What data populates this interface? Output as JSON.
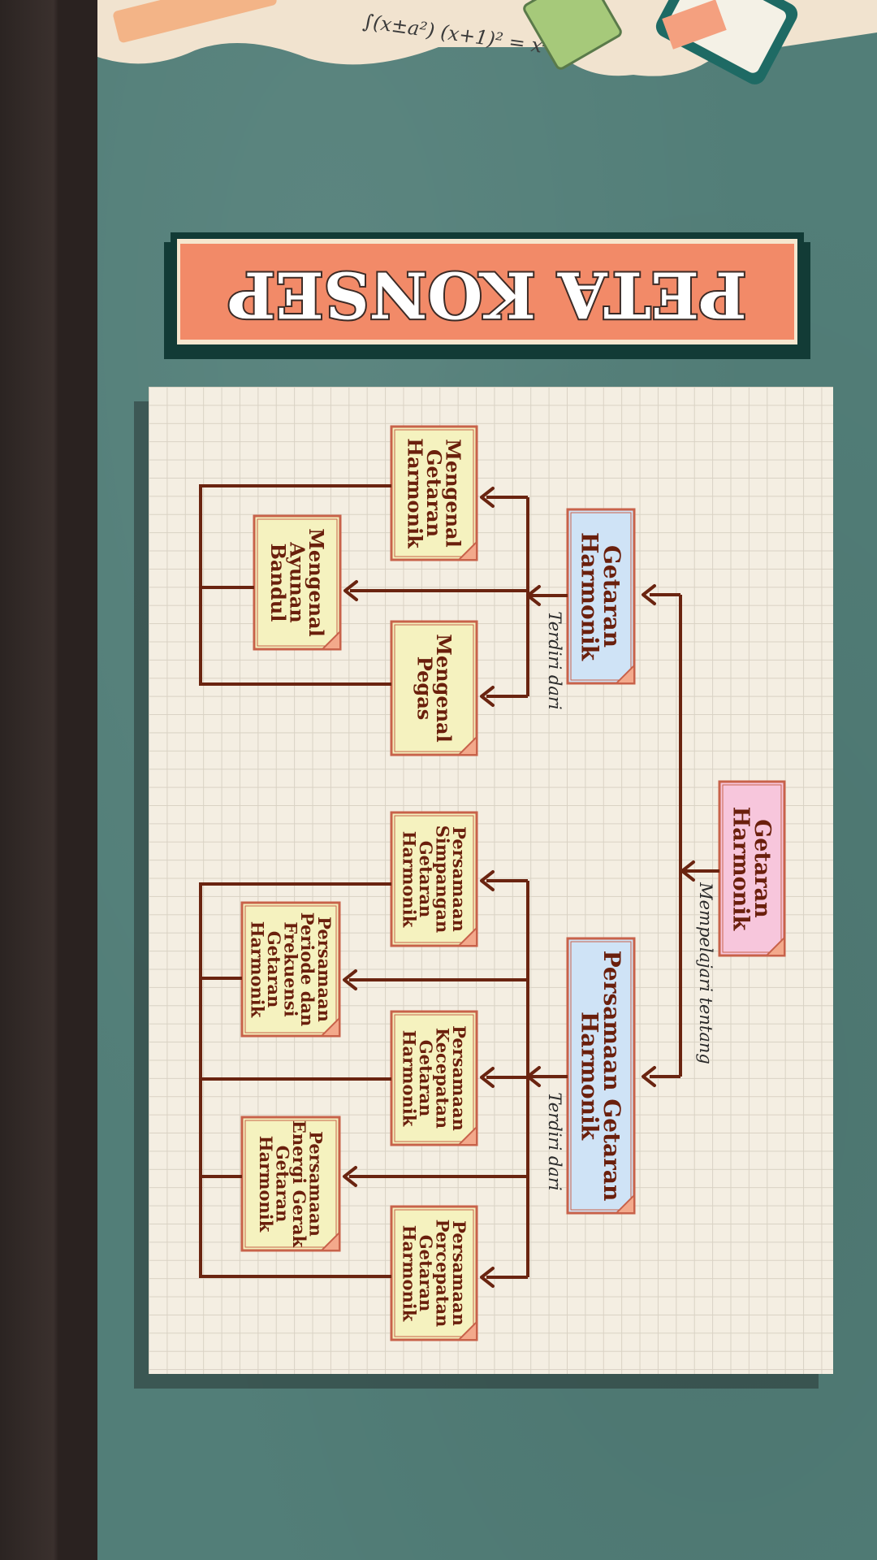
{
  "title": "PETA KONSEP",
  "doodle_formula": "∫(x±a²)    (x+1)² = x²+",
  "root": {
    "label": "Getaran Harmonik",
    "color": "#f7c6dc"
  },
  "relation_root": "Mempelajari tentang",
  "relation_branch": "Terdiri dari",
  "branches": [
    {
      "label": "Getaran Harmonik",
      "color": "#cfe3f6",
      "children": [
        "Mengenal Pegas",
        "Mengenal Ayunan Bandul",
        "Mengenal Getaran Harmonik"
      ]
    },
    {
      "label": "Persamaan Getaran Harmonik",
      "color": "#cfe3f6",
      "children": [
        "Persamaan Percepatan Getaran Harmonik",
        "Persamaan Energi Gerak Getaran Harmonik",
        "Persamaan Kecepatan Getaran Harmonik",
        "Persamaan Periode dan Frekuensi Getaran Harmonik",
        "Persamaan Simpangan Getaran Harmonik"
      ]
    }
  ],
  "colors": {
    "leaf_fill": "#f5f2bf",
    "box_border": "#c8624a",
    "line": "#6a2410",
    "text": "#6a1f0c",
    "title_fill": "#f28a68",
    "title_text": "#ffffff"
  }
}
